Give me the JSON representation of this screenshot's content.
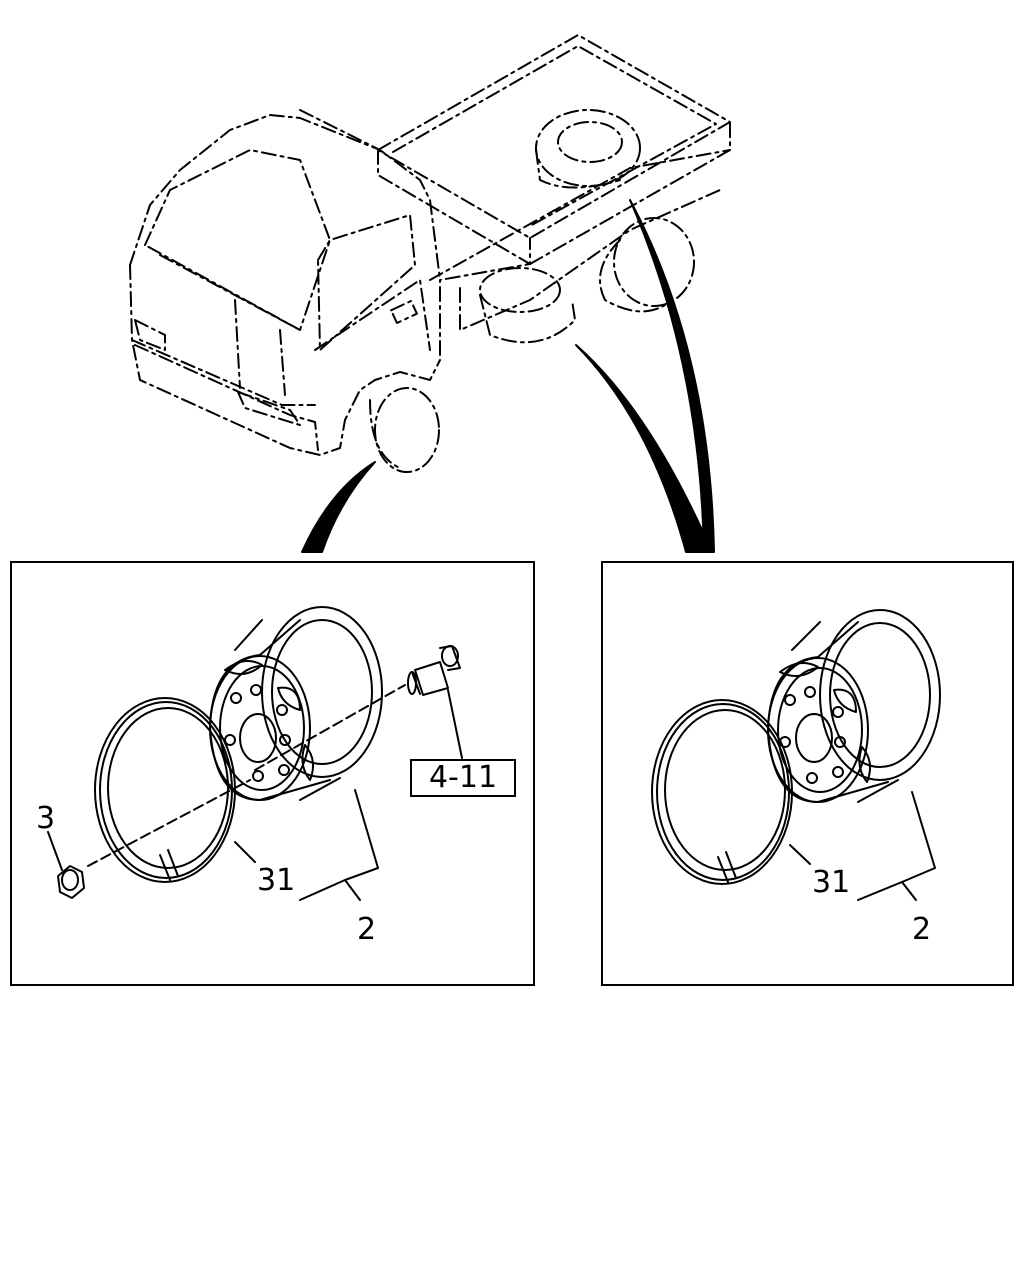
{
  "left_panel": {
    "callouts": {
      "nut": "3",
      "ring": "31",
      "wheel": "2",
      "ref": "4-11"
    }
  },
  "right_panel": {
    "callouts": {
      "ring": "31",
      "wheel": "2"
    }
  }
}
